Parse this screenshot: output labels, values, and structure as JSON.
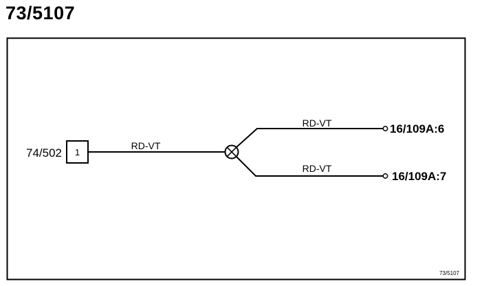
{
  "title": "73/5107",
  "source_connector": {
    "name": "74/502",
    "pin": "1"
  },
  "wires": [
    {
      "color_code": "RD-VT"
    },
    {
      "color_code": "RD-VT",
      "target": "16/109A:6"
    },
    {
      "color_code": "RD-VT",
      "target": "16/109A:7"
    }
  ],
  "drawing_ref": "73/5107"
}
